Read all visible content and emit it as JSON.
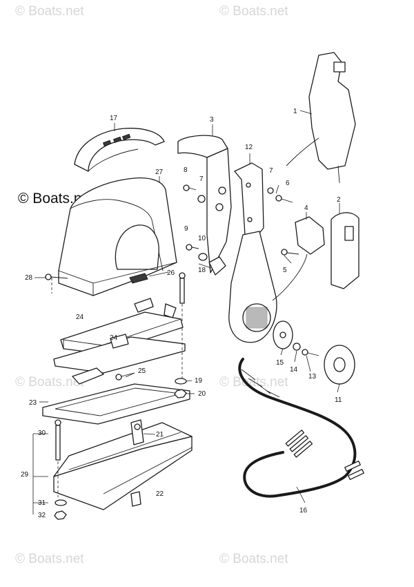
{
  "watermark": {
    "text": "© Boats.net",
    "main_text": "© Boats.net"
  },
  "callouts": {
    "c1": "1",
    "c2": "2",
    "c3": "3",
    "c4": "4",
    "c5": "5",
    "c6": "6",
    "c7a": "7",
    "c7b": "7",
    "c8": "8",
    "c9": "9",
    "c10": "10",
    "c11": "11",
    "c12": "12",
    "c13": "13",
    "c14": "14",
    "c15": "15",
    "c16": "16",
    "c17": "17",
    "c18": "18",
    "c19": "19",
    "c20": "20",
    "c21": "21",
    "c22": "22",
    "c23": "23",
    "c24a": "24",
    "c24b": "24",
    "c25": "25",
    "c26": "26",
    "c27": "27",
    "c28": "28",
    "c29": "29",
    "c30": "30",
    "c31": "31",
    "c32": "32"
  },
  "colors": {
    "line": "#1a1a1a",
    "watermark": "#d6d6d6",
    "background": "#ffffff"
  }
}
